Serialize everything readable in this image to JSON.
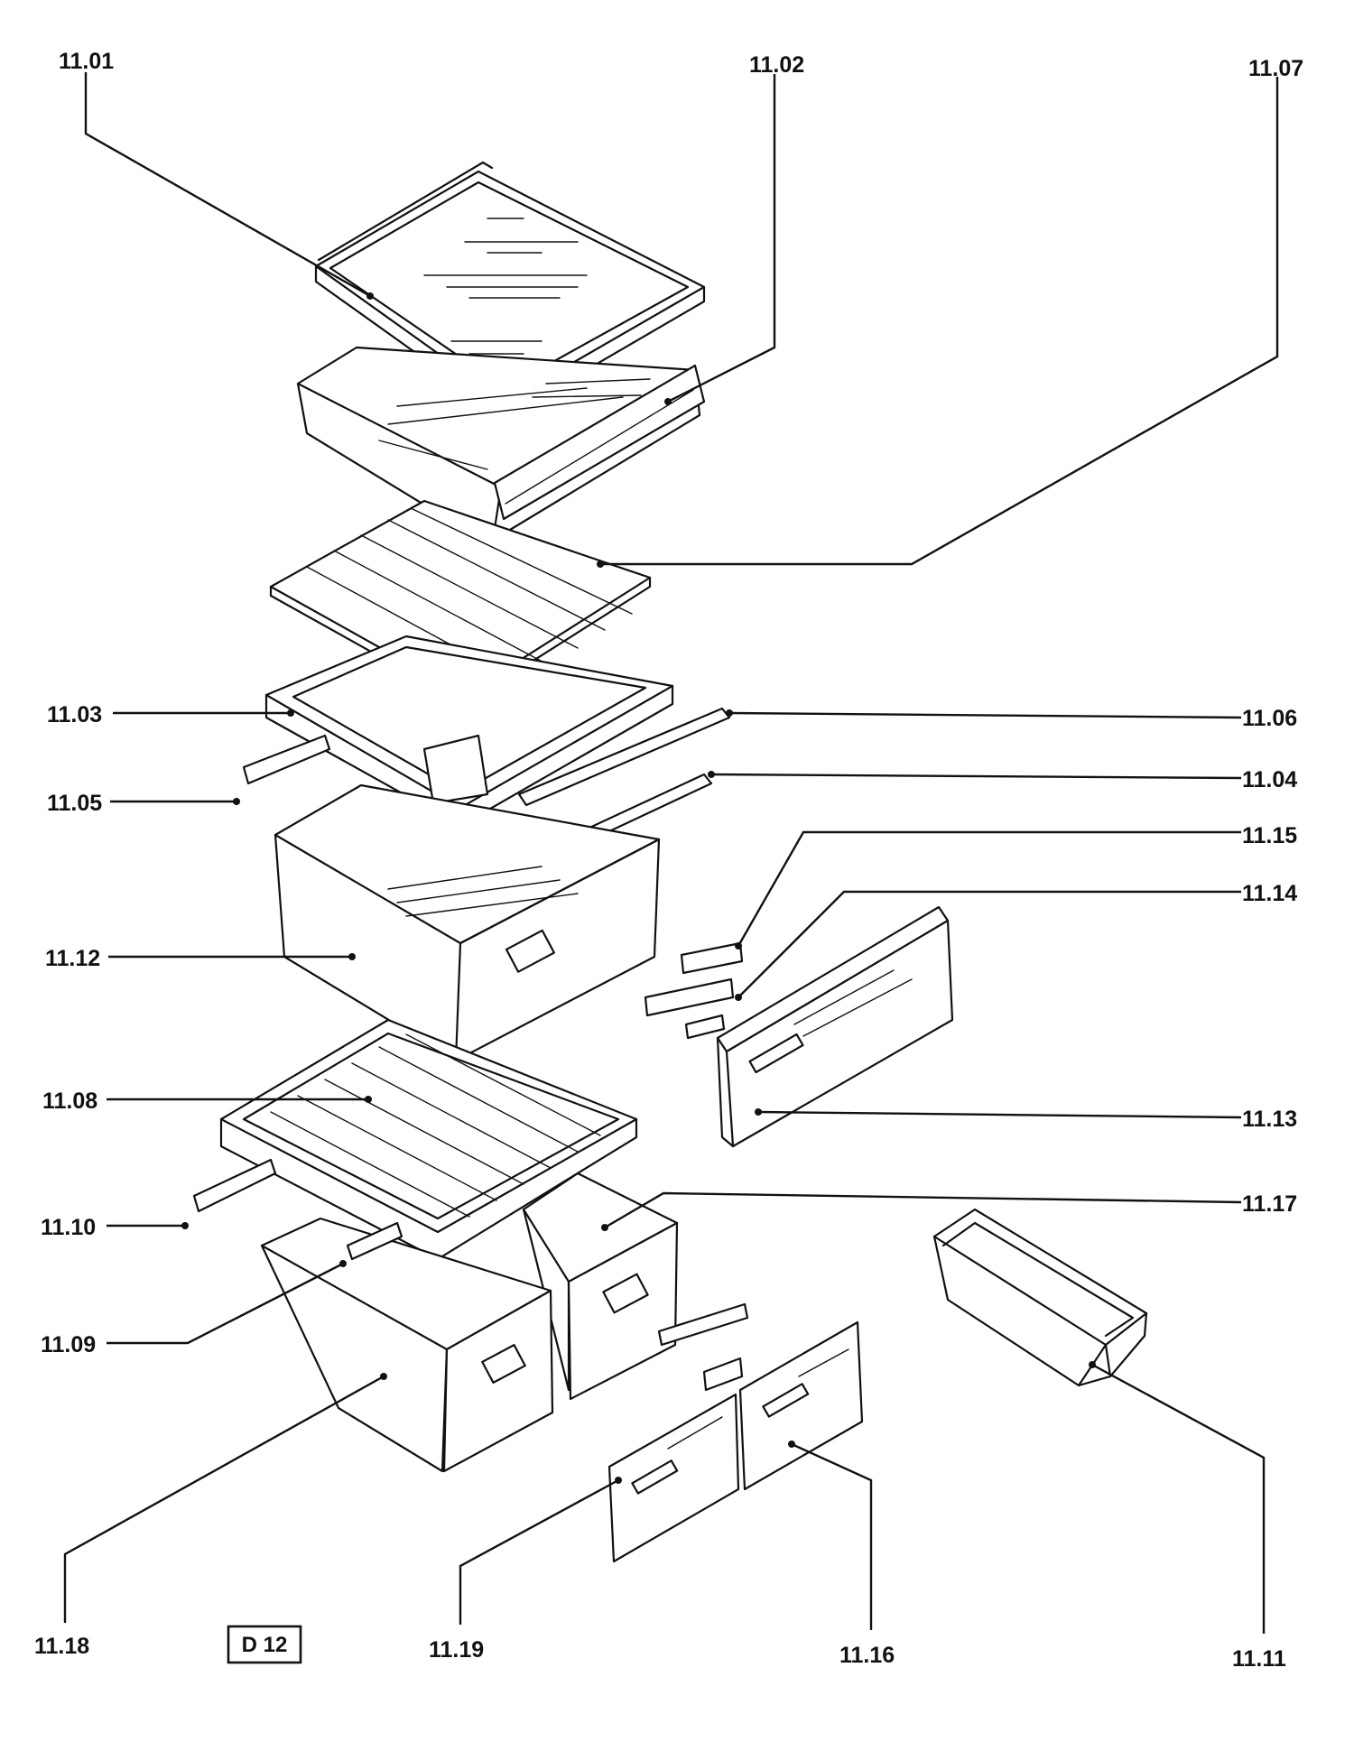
{
  "diagram_code": "D 12",
  "parts": [
    {
      "id": "p1101",
      "label": "11.01"
    },
    {
      "id": "p1102",
      "label": "11.02"
    },
    {
      "id": "p1107",
      "label": "11.07"
    },
    {
      "id": "p1103",
      "label": "11.03"
    },
    {
      "id": "p1106",
      "label": "11.06"
    },
    {
      "id": "p1105",
      "label": "11.05"
    },
    {
      "id": "p1104",
      "label": "11.04"
    },
    {
      "id": "p1115",
      "label": "11.15"
    },
    {
      "id": "p1114",
      "label": "11.14"
    },
    {
      "id": "p1112",
      "label": "11.12"
    },
    {
      "id": "p1113",
      "label": "11.13"
    },
    {
      "id": "p1108",
      "label": "11.08"
    },
    {
      "id": "p1117",
      "label": "11.17"
    },
    {
      "id": "p1110",
      "label": "11.10"
    },
    {
      "id": "p1109",
      "label": "11.09"
    },
    {
      "id": "p1118",
      "label": "11.18"
    },
    {
      "id": "p1119",
      "label": "11.19"
    },
    {
      "id": "p1116",
      "label": "11.16"
    },
    {
      "id": "p1111",
      "label": "11.11"
    }
  ]
}
